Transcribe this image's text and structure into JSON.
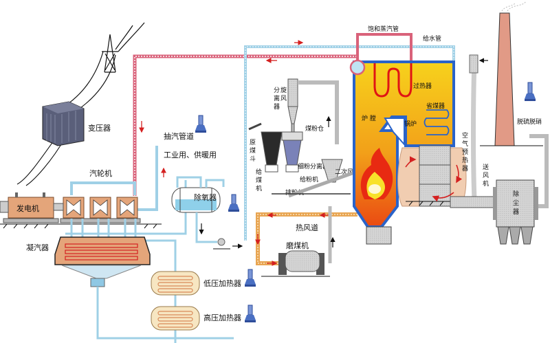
{
  "title": "火力发电厂生产流程示意图",
  "labels": {
    "transformer": "变压器",
    "turbine": "汽轮机",
    "generator": "发电机",
    "condenser": "凝汽器",
    "extraction_pipe": "抽汽管道",
    "industrial_heating": "工业用、供暖用",
    "deaerator": "除氧器",
    "lp_heater": "低压加热器",
    "hp_heater": "高压加热器",
    "cyclone_separator": [
      "分",
      "旋",
      "离",
      "风",
      "器"
    ],
    "coal_bunker": "煤粉仓",
    "raw_coal_hopper": [
      "原",
      "煤",
      "斗"
    ],
    "coal_feeder": [
      "给",
      "煤",
      "机"
    ],
    "fine_powder_separator": "细粉分离器",
    "powder_feeder": "给粉机",
    "exhaust_fan": "排粉机",
    "secondary_air": "二次风",
    "hot_air_duct": "热风道",
    "coal_mill": "磨煤机",
    "saturated_steam_pipe": "饱和蒸汽管",
    "feedwater_pipe": "给水管",
    "superheater": "过热器",
    "economizer": "省煤器",
    "furnace": "炉  膛",
    "boiler": "锅炉",
    "air_preheater": [
      "空",
      "气",
      "预",
      "热",
      "器"
    ],
    "forced_draft_fan": [
      "送",
      "风",
      "机"
    ],
    "dust_collector": [
      "除",
      "尘",
      "器"
    ],
    "desulfurization": "脱硫脱硝"
  },
  "colors": {
    "steam_pipe": "#d9627a",
    "water_pipe": "#9fd0e6",
    "hot_air_pipe": "#e8a552",
    "flow_arrow": "#d42020",
    "equipment_orange": "#e4a57a",
    "boiler_blue": "#2a63c9",
    "boiler_fill": "#f6c21e",
    "chimney": "#e19a86",
    "gray_equipment": "#cfcfcf",
    "valve_blue": "#4a6fc2"
  }
}
